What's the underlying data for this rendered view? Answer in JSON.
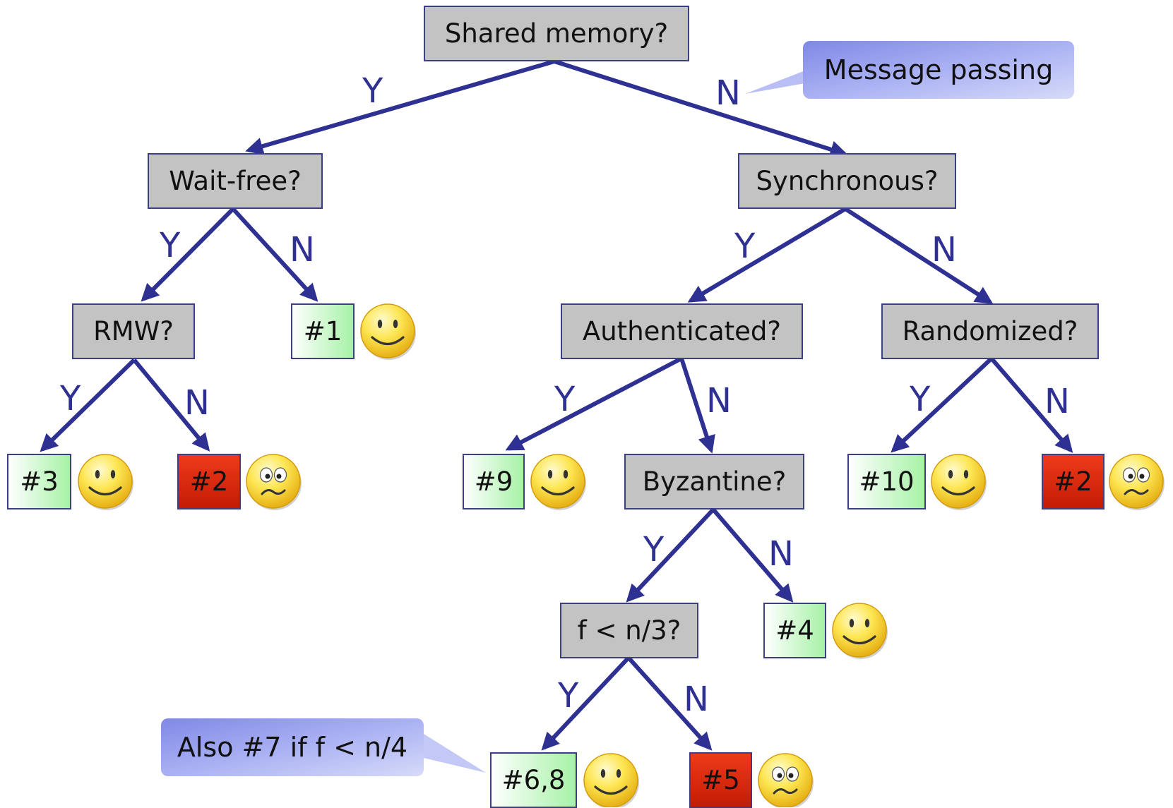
{
  "questions": {
    "shared_memory": "Shared memory?",
    "wait_free": "Wait-free?",
    "synchronous": "Synchronous?",
    "rmw": "RMW?",
    "authenticated": "Authenticated?",
    "randomized": "Randomized?",
    "byzantine": "Byzantine?",
    "f_lt_n3": "f < n/3?"
  },
  "leaves": {
    "l1": "#1",
    "l3": "#3",
    "l2a": "#2",
    "l9": "#9",
    "l10": "#10",
    "l2b": "#2",
    "l4": "#4",
    "l68": "#6,8",
    "l5": "#5"
  },
  "edge_labels": {
    "yes": "Y",
    "no": "N"
  },
  "callouts": {
    "message_passing": "Message passing",
    "also7": "Also #7 if f < n/4"
  },
  "colors": {
    "arrow": "#2e3192",
    "question_fill": "#c3c3c3",
    "good_leaf": "#a6f2a6",
    "bad_leaf": "#d82a0e",
    "callout": "#9aa3f0"
  },
  "faces": {
    "l1": "happy",
    "l3": "happy",
    "l2a": "sad",
    "l9": "happy",
    "l10": "happy",
    "l2b": "sad",
    "l4": "happy",
    "l68": "happy",
    "l5": "sad"
  }
}
